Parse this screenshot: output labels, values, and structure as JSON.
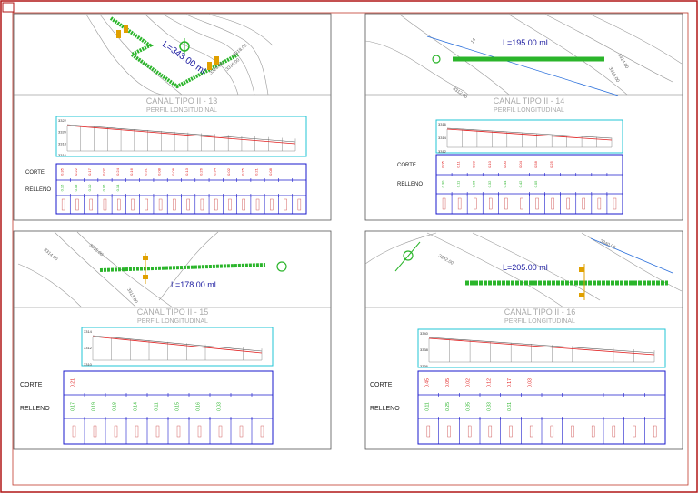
{
  "colors": {
    "frame": "#b01717",
    "panel_border": "#555555",
    "profile_box": "#22c4d6",
    "table_border": "#1a1acc",
    "canal": "#2bb52b",
    "terrain": "#999999",
    "grade_line": "#e02020",
    "arrow": "#e0a000",
    "length_text": "#1a1aa0",
    "corte_values": "#e02020",
    "relleno_values": "#2bb52b",
    "blue_line": "#2a6fdb"
  },
  "common_labels": {
    "subtitle": "PERFIL LONGITUDINAL",
    "corte": "CORTE",
    "relleno": "RELLENO"
  },
  "panels": [
    {
      "id": "p13",
      "title": "CANAL TIPO II - 13",
      "length_label": "L=343.00 ml",
      "contour_labels": [
        "3318.00",
        "3316.00",
        "3320.00"
      ],
      "elev_labels": [
        "3322",
        "3320",
        "3318",
        "3316"
      ],
      "corte_values": [
        "0.35",
        "0.22",
        "0.17",
        "0.02",
        "0.24",
        "0.16",
        "0.31",
        "0.08",
        "0.08",
        "0.13",
        "0.26",
        "0.34",
        "0.02",
        "0.25",
        "0.21",
        "0.08"
      ],
      "relleno_values": [
        "0.16",
        "0.08",
        "0.10",
        "0.06",
        "0.14"
      ],
      "columns": 18
    },
    {
      "id": "p14",
      "title": "CANAL TIPO II - 14",
      "length_label": "L=195.00 ml",
      "contour_labels": [
        "14",
        "3312.00",
        "3316.00",
        "3318.00",
        "3314.00"
      ],
      "elev_labels": [
        "3316",
        "3314",
        "3312"
      ],
      "corte_values": [
        "0.05",
        "0.11",
        "0.03",
        "0.10",
        "0.00",
        "0.04",
        "0.58",
        "0.25"
      ],
      "relleno_values": [
        "0.30",
        "0.11",
        "0.06",
        "0.32",
        "0.44",
        "0.42",
        "0.05"
      ],
      "columns": 12
    },
    {
      "id": "p15",
      "title": "CANAL TIPO II - 15",
      "length_label": "L=178.00 ml",
      "contour_labels": [
        "3314.00",
        "3315.00",
        "3313.00"
      ],
      "elev_labels": [
        "3314",
        "3312",
        "3310"
      ],
      "corte_values": [
        "0.21"
      ],
      "relleno_values": [
        "0.17",
        "0.19",
        "0.18",
        "0.14",
        "0.11",
        "0.15",
        "0.16",
        "0.03"
      ],
      "columns": 10
    },
    {
      "id": "p16",
      "title": "CANAL TIPO II - 16",
      "length_label": "L=205.00 ml",
      "contour_labels": [
        "3340.00",
        "3342.00"
      ],
      "elev_labels": [
        "3340",
        "3338",
        "3336"
      ],
      "corte_values": [
        "0.45",
        "0.05",
        "0.02",
        "0.12",
        "0.17",
        "0.03"
      ],
      "relleno_values": [
        "0.11",
        "0.25",
        "0.35",
        "0.33",
        "0.61"
      ],
      "columns": 12
    }
  ]
}
